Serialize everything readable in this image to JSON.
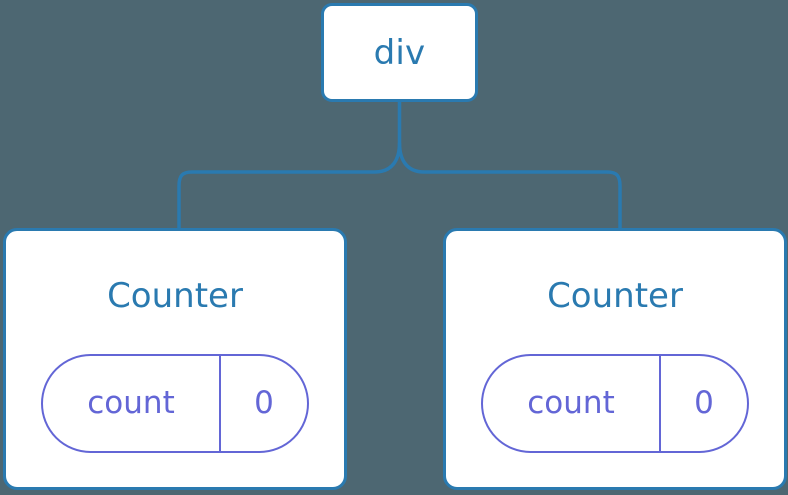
{
  "diagram": {
    "type": "component-tree",
    "background_color": "#4d6772",
    "node_border_color": "#2a7ab0",
    "node_fill_color": "#ffffff",
    "node_label_color": "#2a7ab0",
    "state_pill_color": "#6366d6",
    "connector_color": "#2a7ab0",
    "root": {
      "label": "div"
    },
    "children": [
      {
        "label": "Counter",
        "state": {
          "key": "count",
          "value": "0"
        }
      },
      {
        "label": "Counter",
        "state": {
          "key": "count",
          "value": "0"
        }
      }
    ]
  }
}
